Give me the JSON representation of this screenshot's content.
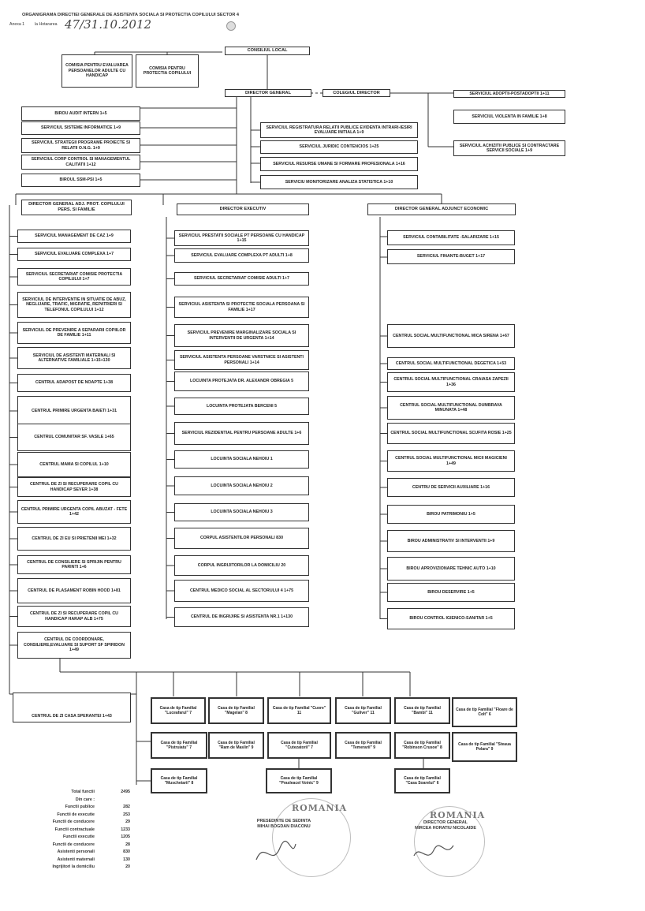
{
  "header": {
    "title": "ORGANIGRAMA DIRECTIEI GENERALE DE ASISTENTA SOCIALA SI PROTECTIA COPILULUI SECTOR 4",
    "annex": "Anexa 1",
    "hotarare_label": "la Hotararea",
    "hotarare_number": "47/31.10.2012"
  },
  "top": {
    "consiliu": "CONSILIUL LOCAL",
    "comisia_adulti": "COMISIA PENTRU EVALUAREA PERSOANELOR ADULTE CU HANDICAP",
    "comisia_copil": "COMISIA PENTRU PROTECTIA COPILULUI",
    "director_general": "DIRECTOR GENERAL",
    "colegiul": "COLEGIUL DIRECTOR"
  },
  "left_staff": [
    "BIROU AUDIT INTERN 1+5",
    "SERVICIUL SISTEME INFORMATICE 1+9",
    "SERVICIUL STRATEGII PROGRAME PROIECTE SI RELATII O.N.G. 1+9",
    "SERVICIUL CORP CONTROL SI MANAGEMENTUL CALITATII 1+12",
    "BIROUL SSM-PSI 1+5"
  ],
  "mid_staff": [
    "SERVICIUL REGISTRATURA RELATII PUBLICE EVIDENTA INTRARI-IESIRI EVALUARE INITIALA 1+9",
    "SERVICIUL JURIDIC CONTENCIOS 1+25",
    "SERVICIUL RESURSE UMANE SI FORMARE PROFESIONALA 1+16",
    "SERVICIU MONITORIZARE ANALIZA STATISTICA 1+10"
  ],
  "right_staff": [
    "SERVICIUL ADOPTII-POSTADOPTII 1+11",
    "SERVICIUL VIOLENTA IN FAMILIE 1+8",
    "SERVICIUL ACHIZITII PUBLICE SI CONTRACTARE SERVICII SOCIALE 1+9"
  ],
  "directors": {
    "left": "DIRECTOR GENERAL ADJ. PROT. COPILULUI PERS. SI FAMILIE",
    "middle": "DIRECTOR EXECUTIV",
    "right": "DIRECTOR GENERAL ADJUNCT ECONOMIC"
  },
  "col_left": [
    "SERVICIUL MANAGEMENT DE CAZ 1+9",
    "SERVICIUL EVALUARE COMPLEXA 1+7",
    "SERVICIUL SECRETARIAT COMISIE PROTECTIA COPILULUI 1+7",
    "SERVICIUL DE INTERVENTIE IN SITUATIE DE ABUZ, NEGLIJARE, TRAFIC, MIGRATIE, REPATRIERI SI TELEFONUL COPILULUI 1+12",
    "SERVICIUL DE PREVENIRE A SEPARARII COPIILOR DE FAMILIE 1+11",
    "SERVICIUL DE ASISTENTI MATERNALI SI ALTERNATIVE FAMILIALE 1+15+130",
    "CENTRUL ADAPOST DE NOAPTE 1+38",
    "CENTRUL PRIMIRE URGENTA BAIETI 1+31",
    "CENTRUL COMUNITAR SF. VASILE 1+65",
    "CENTRUL MAMA SI COPILUL 1+10",
    "CENTRUL DE ZI SI RECUPERARE COPIL CU HANDICAP SEVER 1+38",
    "CENTRUL PRIMIRE URGENTA COPIL ABUZAT - FETE 1+42",
    "CENTRUL DE ZI EU SI PRIETENII MEI 1+32",
    "CENTRUL DE CONSILIERE SI SPRIJIN PENTRU PARINTI 1+6",
    "CENTRUL DE PLASAMENT ROBIN HOOD 1+81",
    "CENTRUL DE ZI SI RECUPERARE COPIL CU HANDICAP HARAP ALB 1+75",
    "CENTRUL DE COORDONARE, CONSILIERE,EVALUARE SI SUPORT SF SPIRIDON 1+49"
  ],
  "casa_sperantei": "CENTRUL DE ZI CASA SPERANTEI 1+43",
  "col_mid": [
    "SERVICIUL PRESTATII SOCIALE PT PERSOANE CU HANDICAP 1+15",
    "SERVICIUL EVALUARE COMPLEXA PT ADULTI 1+8",
    "SERVICIUL SECRETARIAT COMISIE ADULTI 1+7",
    "SERVICIUL ASISTENTA SI PROTECTIE SOCIALA PERSOANA SI FAMILIE 1+17",
    "SERVICIUL PREVENIRE MARGINALIZARE SOCIALA SI INTERVENTII DE URGENTA 1+14",
    "SERVICIUL ASISTENTA PERSOANE VARSTNICE SI ASISTENTI PERSONALI 1+14",
    "LOCUINTA PROTEJATA DR. ALEXANDR OBREGIA 5",
    "LOCUINTA PROTEJATA BERCENI 5",
    "SERVICIUL REZIDENTIAL PENTRU PERSOANE ADULTE 1+6",
    "LOCUINTA SOCIALA NEHOIU 1",
    "LOCUINTA SOCIALA NEHOIU 2",
    "LOCUINTA SOCIALA NEHOIU 3",
    "CORPUL ASISTENTILOR PERSONALI 830",
    "CORPUL INGRIJITORILOR LA DOMICILIU 20",
    "CENTRUL MEDICO SOCIAL AL SECTORULUI 4 1+75",
    "CENTRUL DE INGRIJIRE SI ASISTENTA NR.1 1+130"
  ],
  "col_right": [
    "SERVICIUL CONTABILITATE -SALARIZARE 1+15",
    "SERVICIUL FINANTE-BUGET 1+17",
    "CENTRUL SOCIAL MULTIFUNCTIONAL MICA SIRENA 1+67",
    "CENTRUL SOCIAL MULTIFUNCTIONAL DEGETICA 1+53",
    "CENTRUL SOCIAL MULTIFUNCTIONAL CRAIASA ZAPEZII 1+36",
    "CENTRUL SOCIAL MULTIFUNCTIONAL DUMBRAVA MINUNATA 1+48",
    "CENTRUL SOCIAL MULTIFUNCTIONAL SCUFITA ROSIE 1+25",
    "CENTRUL SOCIAL MULTIFUNCTIONAL MICII MAGICIENI 1+49",
    "CENTRU DE SERVICII AUXILIARE 1+16",
    "BIROU PATRIMONIU 1+5",
    "BIROU ADMINISTRATIV SI INTERVENTII 1+9",
    "BIROU APROVIZIONARE TEHNIC AUTO 1+10",
    "BIROU DESERVIRE 1+5",
    "BIROU CONTROL IGIENICO-SANITAR 1+5"
  ],
  "casa_homes": [
    "Casa de tip Familial \"Luceafarul\" 7",
    "Casa de tip Familial \"Magelan\" 8",
    "Casa de tip Familial \"Cuore\" 11",
    "Casa de tip Familial \"Guliver\" 11",
    "Casa de tip Familial \"Bambi\" 11",
    "Casa de tip Familial \"Floare de Colt\" 6",
    "Casa de tip Familial \"Pistruiatu\" 7",
    "Casa de tip Familial \"Ram de Maslin\" 9",
    "Casa de tip Familial \"Cutezatorii\" 7",
    "Casa de tip Familial \"Temerarii\" 9",
    "Casa de tip Familial \"Robinson Crusoe\" 8",
    "Casa de tip Familial \"Steaua Polara\" 9",
    "Casa de tip Familial \"Muschetarii\" 8",
    "Casa de tip Familial \"Prasleacel Voinic\" 9",
    "Casa de tip Familial \"Casa Soarelui\" 6"
  ],
  "totals": [
    {
      "label": "Total functii",
      "value": "2495"
    },
    {
      "label": "Din care :",
      "value": ""
    },
    {
      "label": "Functii publice",
      "value": "282"
    },
    {
      "label": "Functii de executie",
      "value": "253"
    },
    {
      "label": "Functii de conducere",
      "value": "29"
    },
    {
      "label": "Functii contractuale",
      "value": "1233"
    },
    {
      "label": "Functii executie",
      "value": "1205"
    },
    {
      "label": "Functii de conducere",
      "value": "28"
    },
    {
      "label": "Asistenti personali",
      "value": "830"
    },
    {
      "label": "Asistenti maternali",
      "value": "130"
    },
    {
      "label": "Ingrijitori la domiciliu",
      "value": "20"
    }
  ],
  "signatures": {
    "left_role": "PRESEDINTE DE SEDINTA",
    "left_name": "MIHAI BOGDAN DIACONU",
    "right_role": "DIRECTOR GENERAL",
    "right_name": "MIRCEA HORATIU NICOLAIDE",
    "stamp_text": "ROMANIA"
  }
}
